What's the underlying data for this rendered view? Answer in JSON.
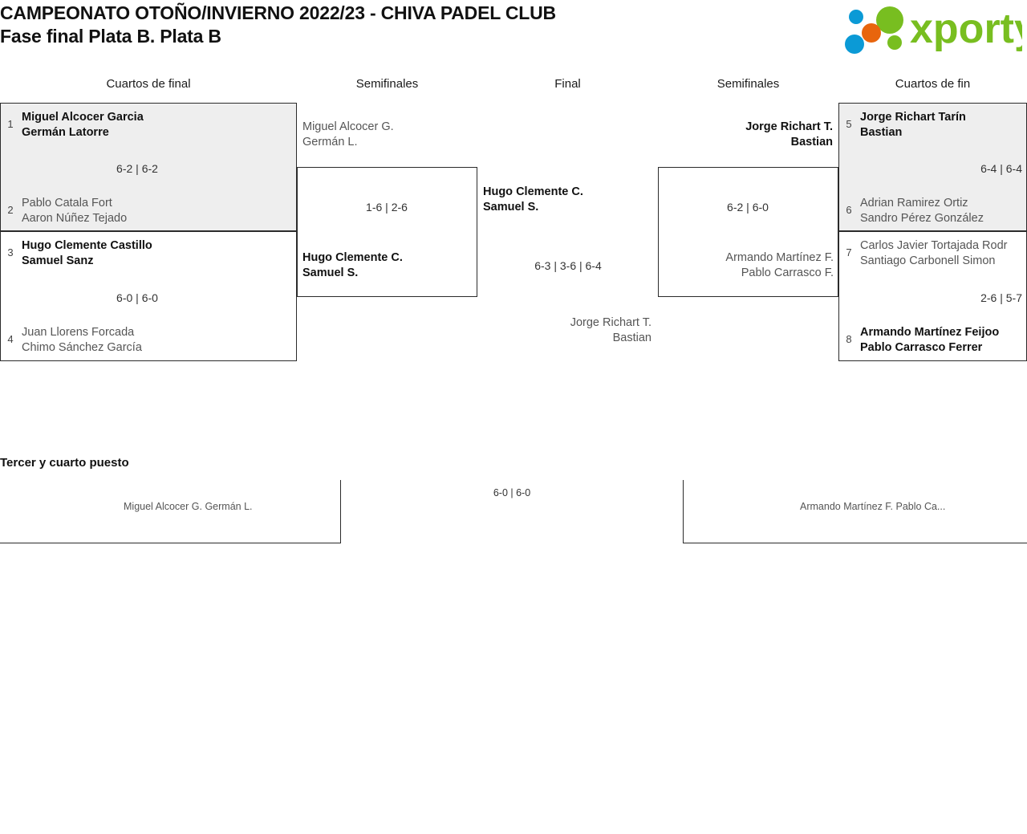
{
  "header": {
    "title_line1": "CAMPEONATO OTOÑO/INVIERNO 2022/23 - CHIVA PADEL CLUB",
    "title_line2": "Fase final Plata B. Plata B",
    "logo_text": "xporty",
    "logo_colors": {
      "green": "#78be20",
      "orange": "#e8650d",
      "blue": "#0b9ad6"
    }
  },
  "rounds": {
    "qf_left": "Cuartos de final",
    "sf_left": "Semifinales",
    "final": "Final",
    "sf_right": "Semifinales",
    "qf_right": "Cuartos de fin"
  },
  "bracket": {
    "qf1": {
      "seed_top": "1",
      "top_l1": "Miguel Alcocer Garcia",
      "top_l2": "Germán Latorre",
      "score": "6-2 | 6-2",
      "seed_bottom": "2",
      "bottom_l1": "Pablo Catala Fort",
      "bottom_l2": "Aaron Núñez Tejado"
    },
    "qf2": {
      "seed_top": "3",
      "top_l1": "Hugo Clemente Castillo",
      "top_l2": "Samuel Sanz",
      "score": "6-0 | 6-0",
      "seed_bottom": "4",
      "bottom_l1": "Juan Llorens Forcada",
      "bottom_l2": "Chimo Sánchez García"
    },
    "qf3": {
      "seed_top": "5",
      "top_l1": "Jorge Richart Tarín",
      "top_l2": "Bastian",
      "score": "6-4 | 6-4",
      "seed_bottom": "6",
      "bottom_l1": "Adrian Ramirez Ortiz",
      "bottom_l2": "Sandro Pérez González"
    },
    "qf4": {
      "seed_top": "7",
      "top_l1": "Carlos Javier Tortajada Rodr",
      "top_l2": "Santiago Carbonell Simon",
      "score": "2-6 | 5-7",
      "seed_bottom": "8",
      "bottom_l1": "Armando Martínez Feijoo",
      "bottom_l2": "Pablo Carrasco Ferrer"
    },
    "sf_left": {
      "top_l1": "Miguel Alcocer G.",
      "top_l2": "Germán L.",
      "score": "1-6 | 2-6",
      "bottom_l1": "Hugo Clemente C.",
      "bottom_l2": "Samuel S."
    },
    "sf_right": {
      "top_l1": "Jorge Richart T.",
      "top_l2": "Bastian",
      "score": "6-2 | 6-0",
      "bottom_l1": "Armando Martínez F.",
      "bottom_l2": "Pablo Carrasco F."
    },
    "final": {
      "top_l1": "Hugo Clemente C.",
      "top_l2": "Samuel S.",
      "score": "6-3 | 3-6 | 6-4",
      "bottom_l1": "Jorge Richart T.",
      "bottom_l2": "Bastian"
    }
  },
  "third_place": {
    "title": "Tercer y cuarto puesto",
    "left_l1": "Miguel Alcocer G.",
    "left_l2": "Germán L.",
    "score": "6-0 | 6-0",
    "right_l1": "Armando Martínez F.",
    "right_l2": "Pablo Ca..."
  }
}
